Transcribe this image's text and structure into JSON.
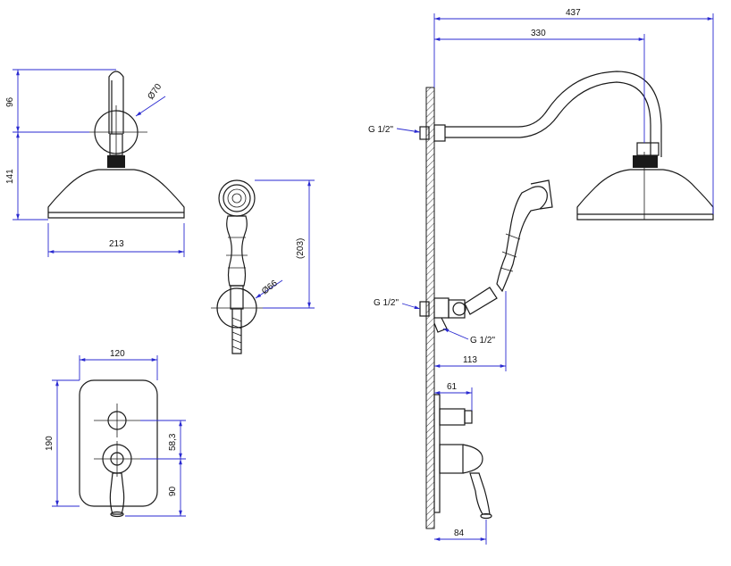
{
  "colors": {
    "line": "#1a1a1a",
    "dimension": "#2a2ad0",
    "text": "#111111",
    "background": "#ffffff"
  },
  "overhead_shower": {
    "height_top": "96",
    "height_head": "141",
    "width": "213",
    "diameter": "Ø70"
  },
  "hand_shower": {
    "length": "(203)",
    "diameter": "Ø66"
  },
  "mixer": {
    "width": "120",
    "height": "190",
    "spacing": "58,3",
    "lower": "90"
  },
  "side_view": {
    "total_width": "437",
    "arm_reach": "330",
    "thread_arm": "G 1/2\"",
    "thread_outlet": "G 1/2\"",
    "thread_elbow": "G 1/2\"",
    "outlet_projection": "113",
    "valve_projection": "61",
    "handle_projection": "84"
  }
}
